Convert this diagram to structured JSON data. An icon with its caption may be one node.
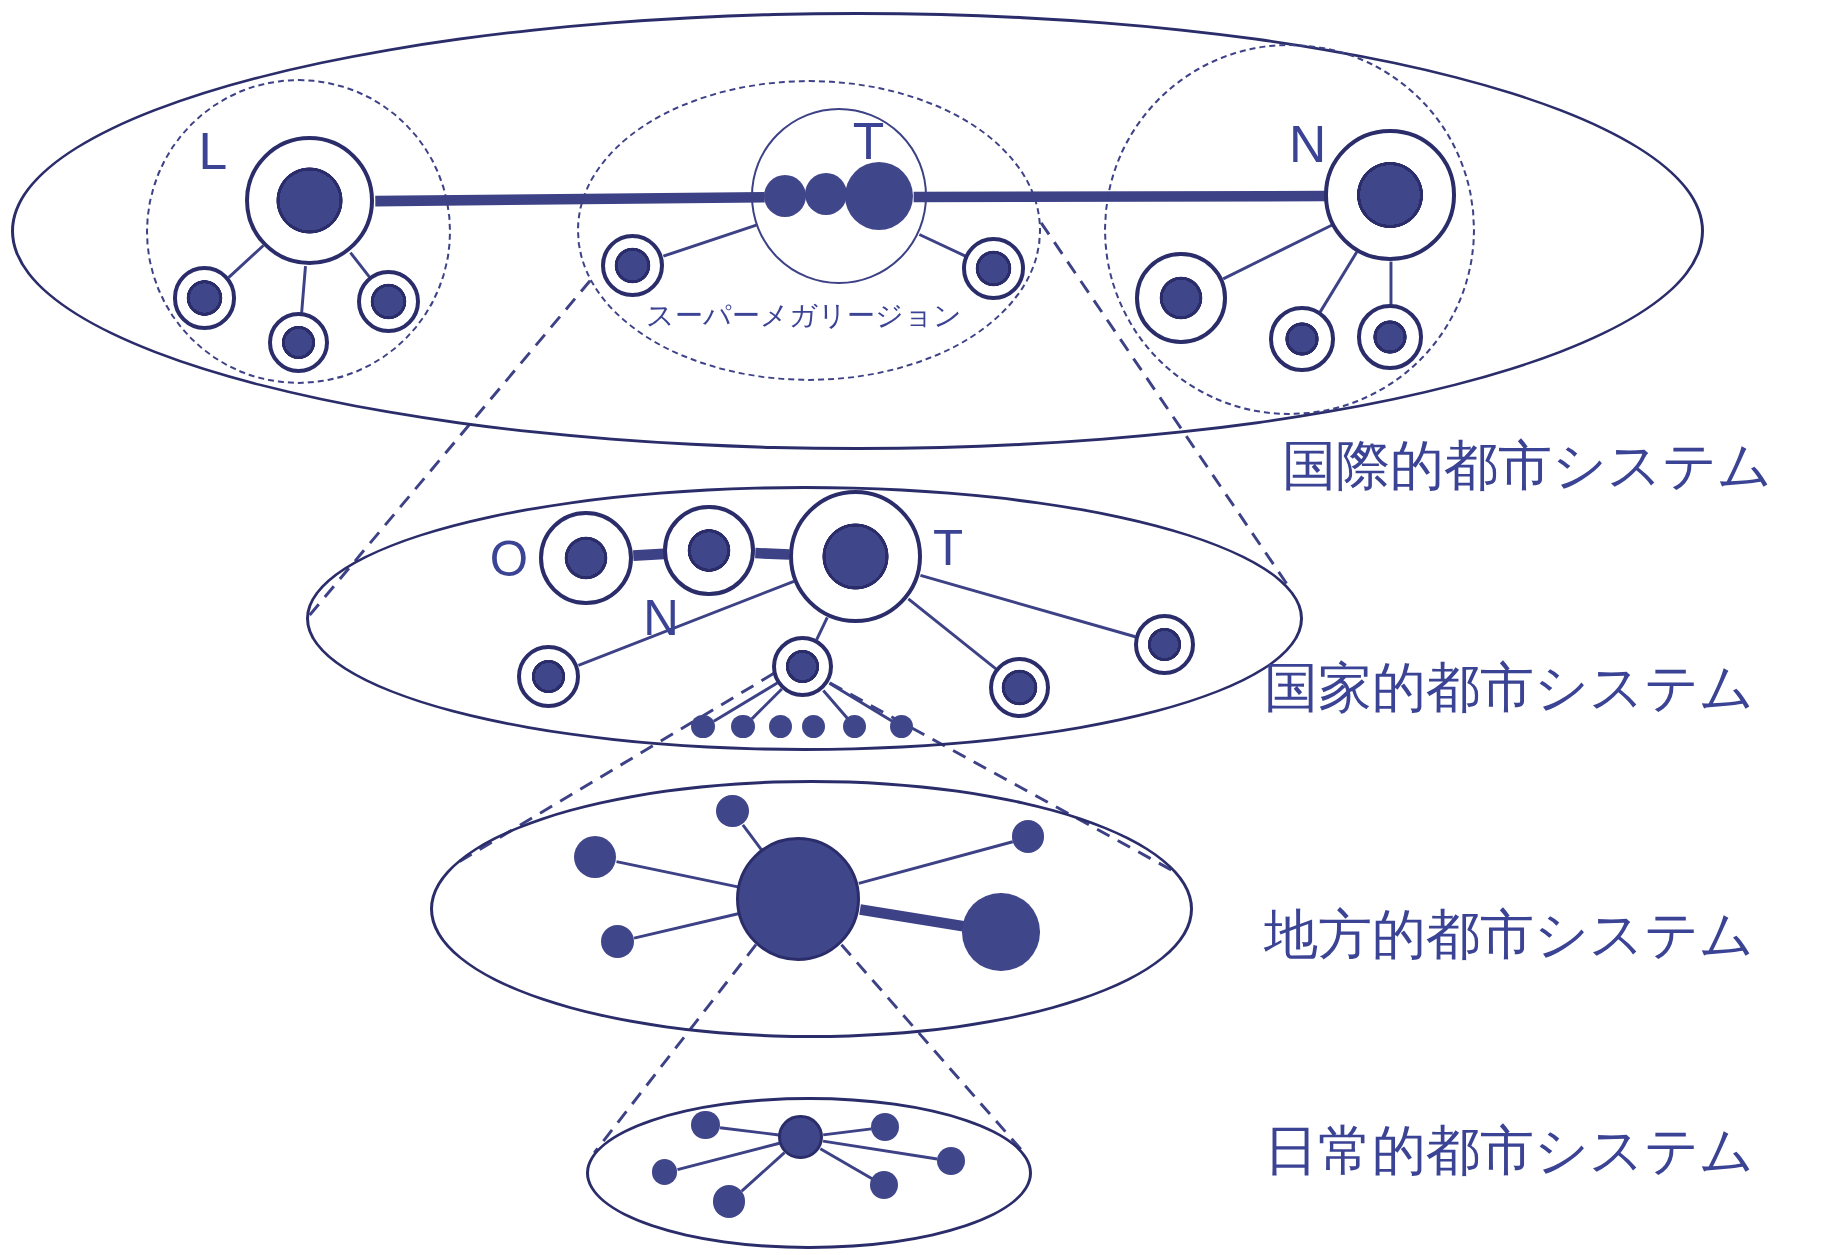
{
  "diagram": {
    "nodes": [
      {
        "text": [],
        "shape": "ellipse"
      },
      {
        "text": [],
        "shape": "circle",
        "in": 0
      },
      {
        "text": [
          "L"
        ],
        "in": 1
      },
      {
        "text": [],
        "shape": "circle",
        "in": 1
      },
      {
        "text": [],
        "shape": "circle",
        "in": 1
      },
      {
        "text": [],
        "shape": "circle",
        "in": 1
      },
      {
        "text": [
          "スーパーメガリージョン"
        ],
        "in": 0
      },
      {
        "text": [
          "T"
        ],
        "in": 6
      },
      {
        "text": [],
        "shape": "circle",
        "in": 7
      },
      {
        "text": [],
        "shape": "circle",
        "in": 7
      },
      {
        "text": [],
        "shape": "circle",
        "in": 7
      },
      {
        "text": [],
        "shape": "circle",
        "in": 6
      },
      {
        "text": [],
        "shape": "circle",
        "in": 6
      },
      {
        "text": [],
        "shape": "circle",
        "in": 0
      },
      {
        "text": [
          "N"
        ],
        "in": 13
      },
      {
        "text": [],
        "shape": "circle",
        "in": 13
      },
      {
        "text": [],
        "shape": "circle",
        "in": 13
      },
      {
        "text": [],
        "shape": "circle",
        "in": 13
      },
      {
        "text": [],
        "shape": "ellipse"
      },
      {
        "text": [
          "O"
        ],
        "in": 18
      },
      {
        "text": [
          "N"
        ],
        "in": 18
      },
      {
        "text": [
          "T"
        ],
        "in": 18
      },
      {
        "text": [],
        "shape": "circle",
        "in": 18
      },
      {
        "text": [],
        "shape": "circle",
        "in": 18
      },
      {
        "text": [],
        "shape": "circle",
        "in": 18
      },
      {
        "text": [],
        "shape": "circle",
        "in": 18
      },
      {
        "text": [],
        "shape": "circle",
        "in": 18
      },
      {
        "text": [],
        "shape": "circle",
        "in": 18
      },
      {
        "text": [],
        "shape": "circle",
        "in": 18
      },
      {
        "text": [],
        "shape": "circle",
        "in": 18
      },
      {
        "text": [],
        "shape": "circle",
        "in": 18
      },
      {
        "text": [],
        "shape": "circle",
        "in": 18
      },
      {
        "text": [],
        "shape": "ellipse"
      },
      {
        "text": [],
        "shape": "circle",
        "in": 32
      },
      {
        "text": [],
        "shape": "circle",
        "in": 32
      },
      {
        "text": [],
        "shape": "circle",
        "in": 32
      },
      {
        "text": [],
        "shape": "circle",
        "in": 32
      },
      {
        "text": [],
        "shape": "circle",
        "in": 32
      },
      {
        "text": [],
        "shape": "circle",
        "in": 32
      },
      {
        "text": [],
        "shape": "ellipse"
      },
      {
        "text": [],
        "shape": "circle",
        "in": 39
      },
      {
        "text": [],
        "shape": "circle",
        "in": 39
      },
      {
        "text": [],
        "shape": "circle",
        "in": 39
      },
      {
        "text": [],
        "shape": "circle",
        "in": 39
      },
      {
        "text": [],
        "shape": "circle",
        "in": 39
      },
      {
        "text": [],
        "shape": "circle",
        "in": 39
      },
      {
        "text": [],
        "shape": "circle",
        "in": 39
      }
    ],
    "edges": [
      {
        "from": 2,
        "to": 8,
        "arrow": "none",
        "style": "thick"
      },
      {
        "from": 10,
        "to": 14,
        "arrow": "none",
        "style": "thick"
      },
      {
        "from": 2,
        "to": 3,
        "arrow": "none"
      },
      {
        "from": 2,
        "to": 4,
        "arrow": "none"
      },
      {
        "from": 2,
        "to": 5,
        "arrow": "none"
      },
      {
        "from": 11,
        "to": 7,
        "arrow": "none"
      },
      {
        "from": 12,
        "to": 7,
        "arrow": "none"
      },
      {
        "from": 14,
        "to": 15,
        "arrow": "none"
      },
      {
        "from": 14,
        "to": 16,
        "arrow": "none"
      },
      {
        "from": 14,
        "to": 17,
        "arrow": "none"
      },
      {
        "from": 6,
        "to": 18,
        "arrow": "none",
        "style": "dashed"
      },
      {
        "from": 6,
        "to": 18,
        "arrow": "none",
        "style": "dashed"
      },
      {
        "from": 19,
        "to": 20,
        "arrow": "none",
        "style": "thick"
      },
      {
        "from": 20,
        "to": 21,
        "arrow": "none",
        "style": "thick"
      },
      {
        "from": 21,
        "to": 22,
        "arrow": "none"
      },
      {
        "from": 21,
        "to": 23,
        "arrow": "none"
      },
      {
        "from": 21,
        "to": 24,
        "arrow": "none"
      },
      {
        "from": 21,
        "to": 25,
        "arrow": "none"
      },
      {
        "from": 23,
        "to": 26,
        "arrow": "none"
      },
      {
        "from": 23,
        "to": 27,
        "arrow": "none"
      },
      {
        "from": 23,
        "to": 30,
        "arrow": "none"
      },
      {
        "from": 23,
        "to": 31,
        "arrow": "none"
      },
      {
        "from": 23,
        "to": 32,
        "arrow": "none",
        "style": "dashed"
      },
      {
        "from": 23,
        "to": 32,
        "arrow": "none",
        "style": "dashed"
      },
      {
        "from": 33,
        "to": 34,
        "arrow": "none"
      },
      {
        "from": 33,
        "to": 35,
        "arrow": "none"
      },
      {
        "from": 33,
        "to": 36,
        "arrow": "none"
      },
      {
        "from": 33,
        "to": 37,
        "arrow": "none"
      },
      {
        "from": 33,
        "to": 38,
        "arrow": "none",
        "style": "thick"
      },
      {
        "from": 33,
        "to": 39,
        "arrow": "none",
        "style": "dashed"
      },
      {
        "from": 33,
        "to": 39,
        "arrow": "none",
        "style": "dashed"
      },
      {
        "from": 40,
        "to": 41,
        "arrow": "none"
      },
      {
        "from": 40,
        "to": 42,
        "arrow": "none"
      },
      {
        "from": 40,
        "to": 43,
        "arrow": "none"
      },
      {
        "from": 40,
        "to": 44,
        "arrow": "none"
      },
      {
        "from": 40,
        "to": 45,
        "arrow": "none"
      },
      {
        "from": 40,
        "to": 46,
        "arrow": "none"
      }
    ],
    "labels": [
      "国際的都市システム",
      "国家的都市システム",
      "地方的都市システム",
      "日常的都市システム"
    ]
  }
}
